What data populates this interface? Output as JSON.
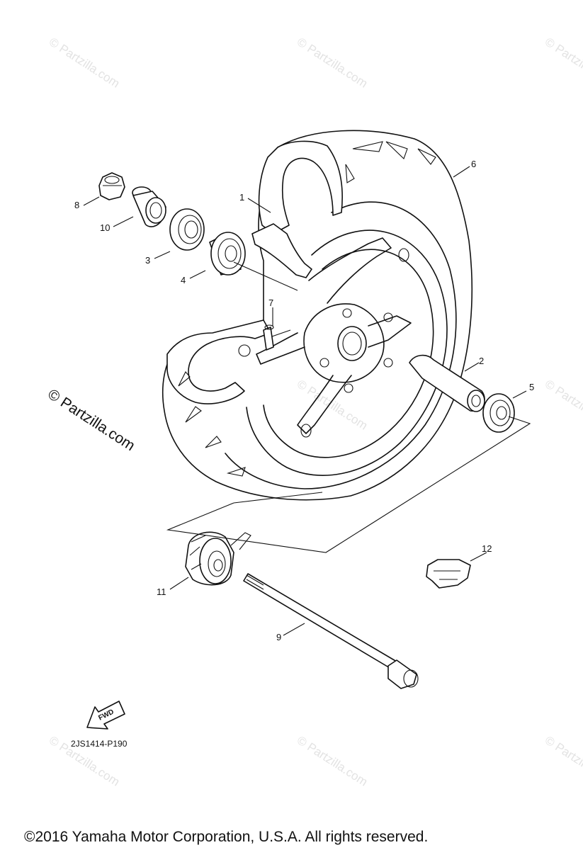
{
  "watermark": {
    "text": "© Partzilla.com",
    "large_text": "© Partzilla.com"
  },
  "callouts": [
    {
      "id": "1",
      "label": "1"
    },
    {
      "id": "2",
      "label": "2"
    },
    {
      "id": "3",
      "label": "3"
    },
    {
      "id": "4",
      "label": "4"
    },
    {
      "id": "5",
      "label": "5"
    },
    {
      "id": "6",
      "label": "6"
    },
    {
      "id": "7",
      "label": "7"
    },
    {
      "id": "8",
      "label": "8"
    },
    {
      "id": "9",
      "label": "9"
    },
    {
      "id": "10",
      "label": "10"
    },
    {
      "id": "11",
      "label": "11"
    },
    {
      "id": "12",
      "label": "12"
    }
  ],
  "fwd_label": "FWD",
  "diagram_code": "2JS1414-P190",
  "copyright": "©2016 Yamaha Motor Corporation, U.S.A. All rights reserved.",
  "icons": {
    "fwd_arrow": "fwd-arrow-icon"
  }
}
